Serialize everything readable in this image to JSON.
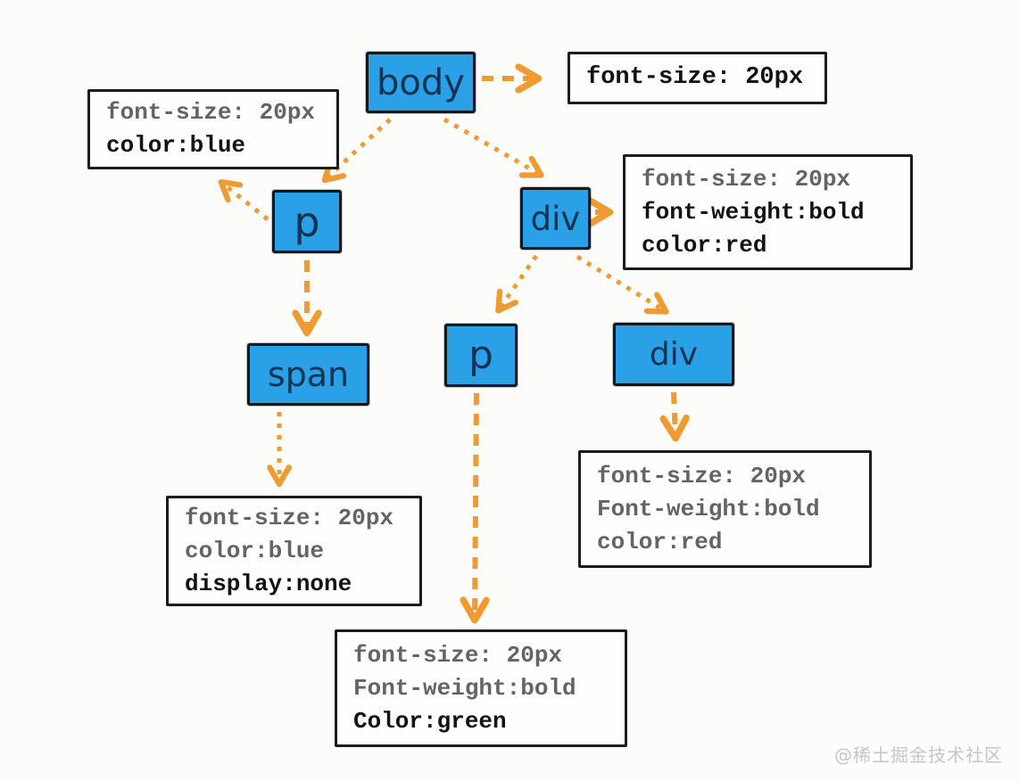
{
  "diagram": {
    "description": "Hand-drawn DOM tree showing CSS inheritance",
    "colors": {
      "node_fill": "#2aa1e6",
      "node_text": "#143252",
      "arrow_orange": "#f09b31",
      "muted_text": "#646464",
      "strong_text": "#131313",
      "background": "#fcfcfb"
    },
    "nodes": {
      "body": {
        "label": "body"
      },
      "p1": {
        "label": "p"
      },
      "div1": {
        "label": "div"
      },
      "span1": {
        "label": "span"
      },
      "p2": {
        "label": "p"
      },
      "div2": {
        "label": "div"
      }
    },
    "style_boxes": {
      "body_style": {
        "lines": [
          {
            "text": "font-size: 20px"
          }
        ]
      },
      "p1_style": {
        "lines": [
          {
            "text": "font-size: 20px"
          },
          {
            "text": "color:blue"
          }
        ]
      },
      "div1_style": {
        "lines": [
          {
            "text": "font-size: 20px"
          },
          {
            "text": "font-weight:bold"
          },
          {
            "text": "color:red"
          }
        ]
      },
      "span1_style": {
        "lines": [
          {
            "text": "font-size: 20px"
          },
          {
            "text": "color:blue"
          },
          {
            "text": "display:none"
          }
        ]
      },
      "div2_style": {
        "lines": [
          {
            "text": "font-size: 20px"
          },
          {
            "text": "Font-weight:bold"
          },
          {
            "text": "color:red"
          }
        ]
      },
      "p2_style": {
        "lines": [
          {
            "text": "font-size: 20px"
          },
          {
            "text": "Font-weight:bold"
          },
          {
            "text": "Color:green"
          }
        ]
      }
    },
    "watermark": "@稀土掘金技术社区"
  }
}
